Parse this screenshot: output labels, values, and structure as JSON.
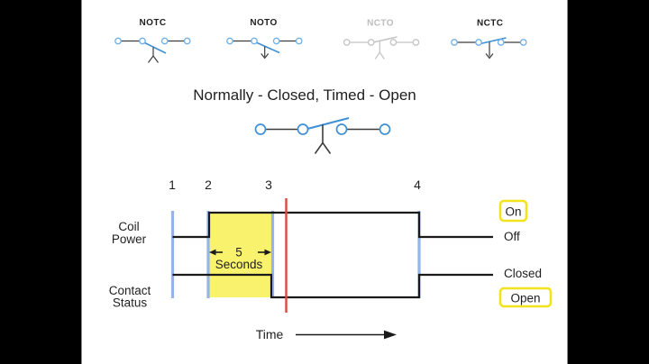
{
  "colors": {
    "letterbox": "#000000",
    "slide_background": "#ffffff",
    "wire_dark": "#3d3d3d",
    "contact_blue": "#3f8fd6",
    "terminal_blue": "#6fb0e8",
    "dimmed_gray": "#c4c4c4",
    "trace_black": "#1a1a1a",
    "event_line_blue": "#92b6ea",
    "cursor_red": "#e0483c",
    "delay_fill_yellow": "#f8f26c",
    "highlight_border_yellow": "#f2e41c"
  },
  "symbol_row": {
    "items": [
      {
        "label": "NOTC",
        "state": "open",
        "arrow": "up",
        "dimmed": false
      },
      {
        "label": "NOTO",
        "state": "open",
        "arrow": "down",
        "dimmed": false
      },
      {
        "label": "NCTO",
        "state": "closed",
        "arrow": "up",
        "dimmed": true
      },
      {
        "label": "NCTC",
        "state": "closed",
        "arrow": "down",
        "dimmed": false
      }
    ]
  },
  "main": {
    "title": "Normally - Closed, Timed - Open"
  },
  "timing": {
    "markers": [
      "1",
      "2",
      "3",
      "4"
    ],
    "coil_row": {
      "line1": "Coil",
      "line2": "Power"
    },
    "contact_row": {
      "line1": "Contact",
      "line2": "Status"
    },
    "delay": {
      "value": "5",
      "unit": "Seconds"
    },
    "levels": {
      "on": "On",
      "off": "Off",
      "closed": "Closed",
      "open": "Open"
    },
    "highlighted_levels": [
      "On",
      "Open"
    ],
    "axis_label": "Time"
  },
  "chart_data": {
    "type": "table",
    "title": "Normally-Closed, Timed-Open contact timing",
    "delay_seconds": 5,
    "events": [
      {
        "marker": "1",
        "coil_power": "Off",
        "contact_status": "Closed"
      },
      {
        "marker": "2",
        "coil_power": "On",
        "contact_status": "Closed"
      },
      {
        "marker": "3",
        "coil_power": "On",
        "contact_status": "Open"
      },
      {
        "marker": "4",
        "coil_power": "Off",
        "contact_status": "Closed"
      }
    ]
  }
}
